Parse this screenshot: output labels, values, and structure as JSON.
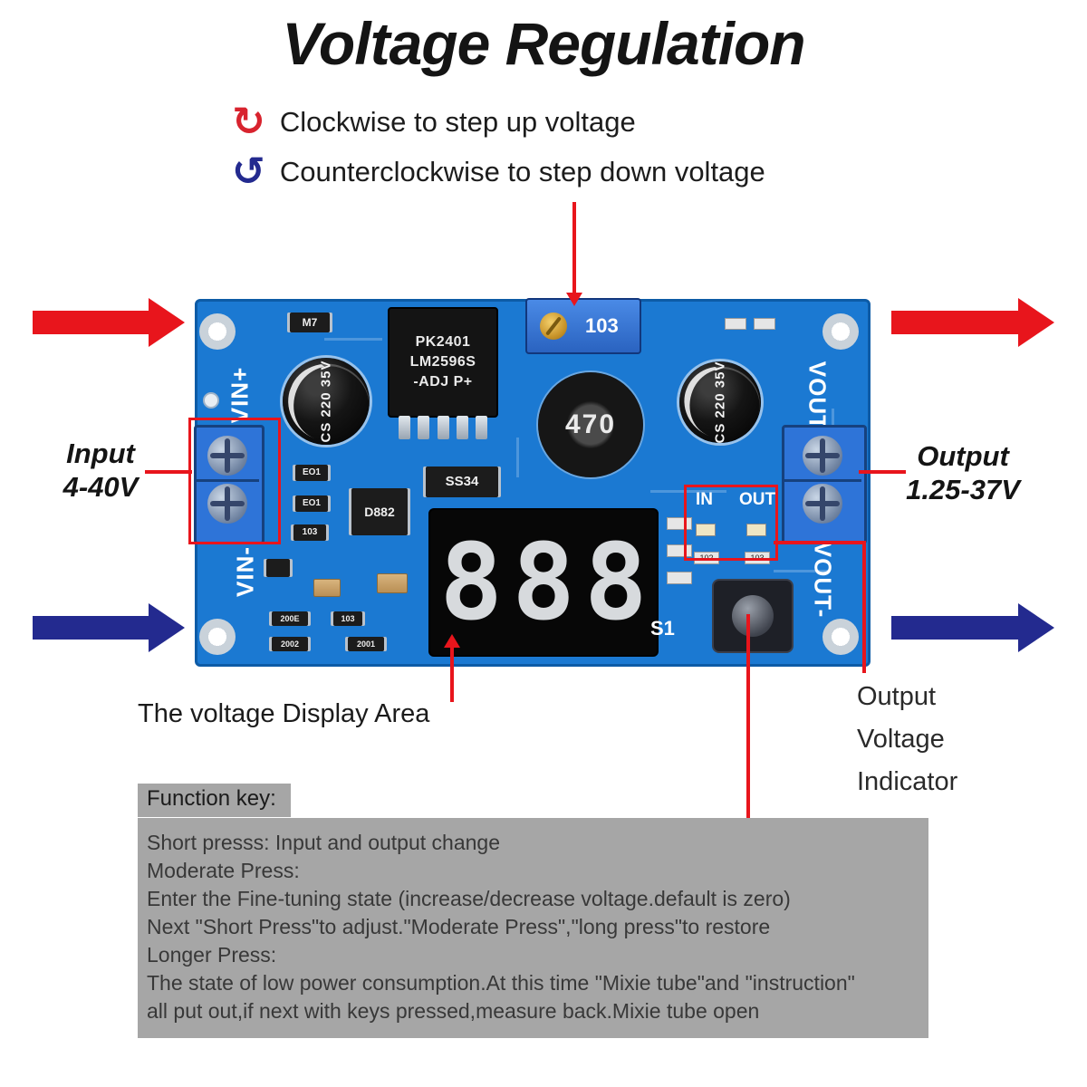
{
  "title": "Voltage Regulation",
  "icons": {
    "clockwise": "↻",
    "counterclockwise": "↺"
  },
  "instructions": {
    "clockwise": "Clockwise to step up voltage",
    "counterclockwise": "Counterclockwise to step down voltage"
  },
  "left_note": {
    "line1": "Input",
    "line2": "4-40V"
  },
  "right_note": {
    "line1": "Output",
    "line2": "1.25-37V"
  },
  "display_note": "The voltage Display Area",
  "indicator_note": {
    "line1": "Output",
    "line2": "Voltage",
    "line3": "Indicator"
  },
  "function_key": {
    "title": "Function key:",
    "lines": [
      "Short presss: Input and output change",
      "Moderate Press:",
      "Enter the Fine-tuning state (increase/decrease voltage.default is zero)",
      "Next \"Short  Press\"to adjust.\"Moderate Press\",\"long press\"to restore",
      "Longer Press:",
      "The state of low power consumption.At this time \"Mixie tube\"and \"instruction\"",
      "all put out,if next with keys pressed,measure back.Mixie tube open"
    ]
  },
  "board": {
    "display_value": "888",
    "labels": {
      "vin_plus": "VIN+",
      "vin_minus": "VIN-",
      "vout_plus": "VOUT+",
      "vout_minus": "VOUT-",
      "s1": "S1",
      "led_in": "IN",
      "led_out": "OUT"
    },
    "chip": {
      "line1": "PK2401",
      "line2": "LM2596S",
      "line3": "-ADJ  P+"
    },
    "cap_label": "CS 220 35V",
    "inductor": "470",
    "pot": "103",
    "parts": {
      "m7": "M7",
      "ss34": "SS34",
      "d882": "D882",
      "eo1a": "EO1",
      "eo1b": "EO1",
      "r103": "103",
      "b1": "200E",
      "b2": "103",
      "b3": "2002",
      "b4": "2001",
      "s102": "102",
      "s103": "103"
    }
  },
  "colors": {
    "red": "#e8151c",
    "navy": "#232a8f",
    "board_blue": "#1b79d2",
    "gray_box": "#a6a6a6"
  }
}
